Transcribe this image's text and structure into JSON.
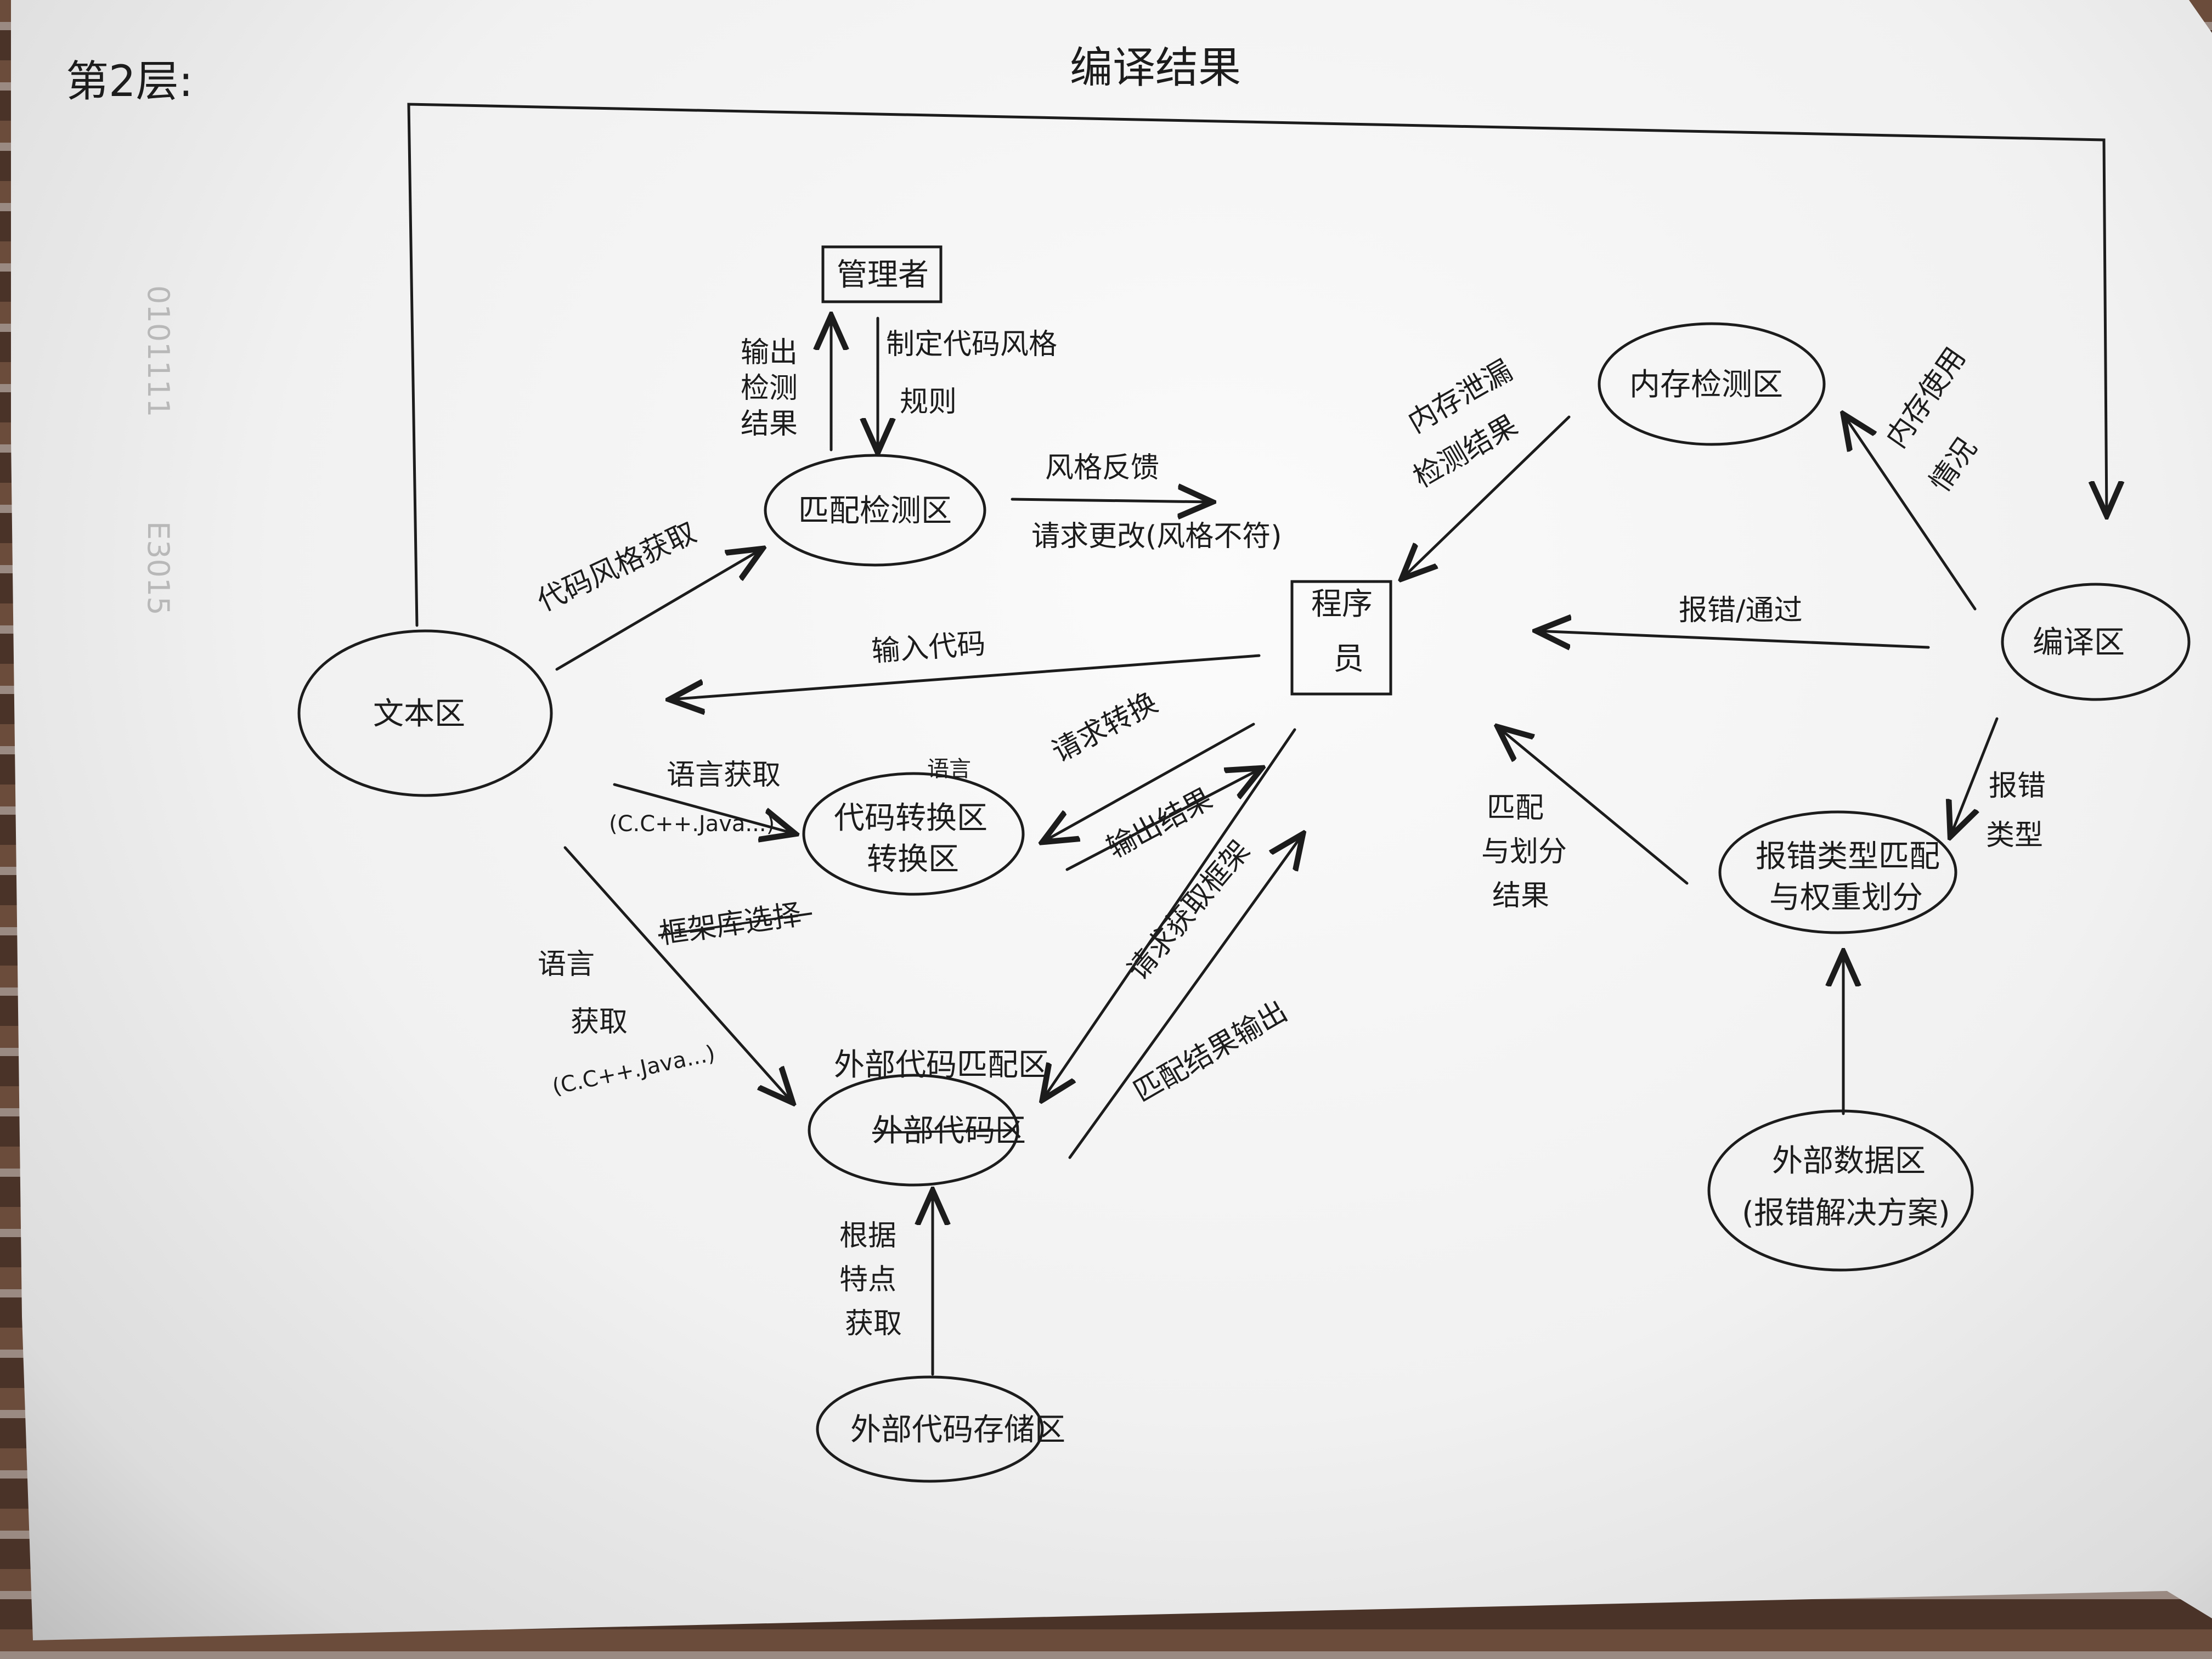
{
  "page_label": "第2层:",
  "nodes": {
    "manager": "管理者",
    "match_check": "匹配检测区",
    "text_area": "文本区",
    "programmer_line1": "程序",
    "programmer_line2": "员",
    "memory_check": "内存检测区",
    "compile_area": "编译区",
    "code_convert_line1": "代码转换区",
    "code_convert_line2": "转换区",
    "external_match_title": "外部代码匹配区",
    "external_match_struck": "外部代码区",
    "external_store": "外部代码存储区",
    "error_match_line1": "报错类型匹配",
    "error_match_line2": "与权重划分",
    "external_data_line1": "外部数据区",
    "external_data_line2": "(报错解决方案)"
  },
  "edges": {
    "compile_result": "编译结果",
    "output_result": [
      "输出",
      "检测",
      "结果"
    ],
    "set_style": [
      "制定代码风格",
      "规则"
    ],
    "style_feedback": "风格反馈",
    "request_change": "请求更改(风格不符)",
    "get_style": "代码风格获取",
    "input_code": "输入代码",
    "leak_result": [
      "内存泄漏",
      "检测结果"
    ],
    "memory_usage": [
      "内存使用",
      "情况"
    ],
    "error_pass": "报错/通过",
    "error_type": [
      "报错",
      "类型"
    ],
    "match_divide": [
      "匹配",
      "与划分",
      "结果"
    ],
    "lang_get_top": "语言获取",
    "lang_list_top": "(C.C++.Java...)",
    "lang_small": "语言",
    "request_convert": "请求转换",
    "output_result2": "输出结果",
    "request_framework": "请求获取框架",
    "match_output": "匹配结果输出",
    "lang_get_left": [
      "语言",
      "获取"
    ],
    "lang_list_left": "(C.C++.Java...)",
    "struck_note": "框架库选择",
    "by_feature": [
      "根据",
      "特点",
      "获取"
    ]
  }
}
